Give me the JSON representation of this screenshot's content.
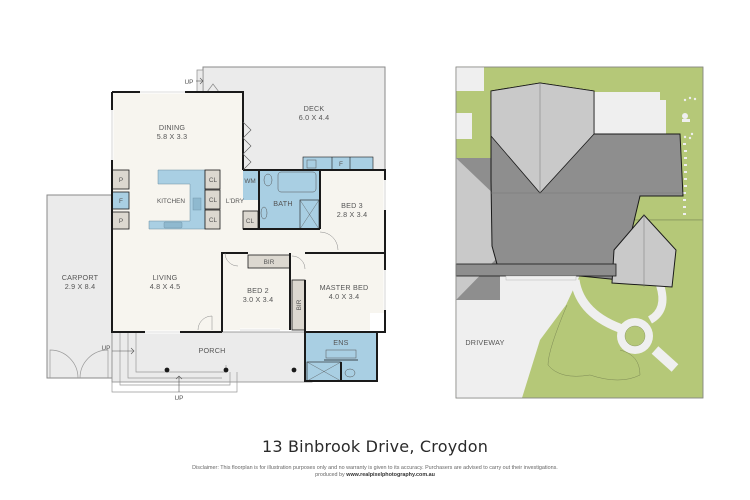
{
  "title": "13 Binbrook Drive, Croydon",
  "disclaimer": {
    "line1": "Disclaimer: This floorplan is for illustration purposes only and no warranty is given to its accuracy. Purchasers are advised to carry out their investigations.",
    "line2_prefix": "produced by ",
    "line2_link": "www.realpixelphotography.com.au"
  },
  "colors": {
    "interior": "#f7f5ef",
    "exterior": "#ebebeb",
    "wet_area": "#a9cfe3",
    "storage": "#dcd8d0",
    "wall": "#1a1a1a",
    "lawn": "#b5c878",
    "roof_dark": "#8e8e8e",
    "roof_light": "#c9c9c9",
    "paving": "#efefef"
  },
  "floorplan": {
    "rooms": [
      {
        "name": "DINING",
        "size": "5.8 X 3.3"
      },
      {
        "name": "DECK",
        "size": "6.0 X 4.4"
      },
      {
        "name": "KITCHEN",
        "size": ""
      },
      {
        "name": "L'DRY",
        "size": ""
      },
      {
        "name": "BATH",
        "size": ""
      },
      {
        "name": "BED 3",
        "size": "2.8 X 3.4"
      },
      {
        "name": "CARPORT",
        "size": "2.9 X 8.4"
      },
      {
        "name": "LIVING",
        "size": "4.8 X 4.5"
      },
      {
        "name": "BED 2",
        "size": "3.0 X 3.4"
      },
      {
        "name": "MASTER BED",
        "size": "4.0 X 3.4"
      },
      {
        "name": "PORCH",
        "size": ""
      },
      {
        "name": "ENS",
        "size": ""
      }
    ],
    "fixtures": {
      "pantry": "P",
      "fridge": "F",
      "closet": "CL",
      "washing_machine": "WM",
      "built_in_robe": "BIR"
    },
    "stairs": {
      "deck_up": "UP",
      "porch_side_up": "UP",
      "porch_front_up": "UP"
    }
  },
  "siteplan": {
    "driveway_label": "DRIVEWAY"
  }
}
